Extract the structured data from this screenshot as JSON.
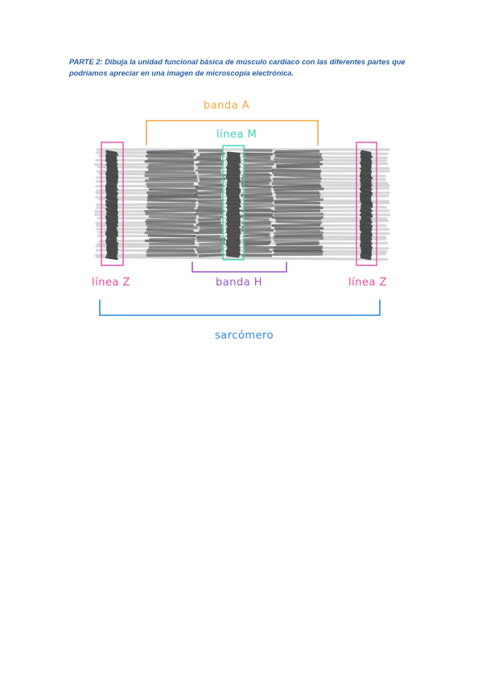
{
  "instruction": {
    "prefix": "PARTE 2:",
    "text": " Dibuja la unidad funcional básica de músculo cardíaco con las diferentes partes que podríamos apreciar en una imagen de microscopía electrónica."
  },
  "labels": {
    "banda_a": "banda A",
    "linea_m": "línea M",
    "linea_z_left": "línea Z",
    "banda_h": "banda H",
    "linea_z_right": "línea Z",
    "sarcomero": "sarcómero"
  },
  "colors": {
    "text_blue": "#2a5fa3",
    "banda_a": "#f0a93c",
    "linea_m": "#3fd1b6",
    "linea_z": "#e64aa8",
    "banda_h": "#9b57c9",
    "sarcomero": "#2f86e0",
    "thin_filament": "#d0d0d0",
    "thick_filament": "#5a5a5a",
    "z_disk": "#3a3a3a"
  }
}
